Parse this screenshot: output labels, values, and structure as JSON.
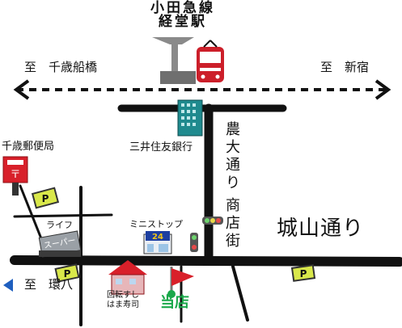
{
  "station": {
    "line1": "小田急線",
    "line2": "経堂駅"
  },
  "directions": {
    "left": "至　千歳船橋",
    "right": "至　新宿",
    "bottom_left": "至　環八"
  },
  "streets": {
    "noudai": [
      "農",
      "大",
      "通",
      "り"
    ],
    "shotengai": [
      "商",
      "店",
      "街"
    ],
    "joyama": "城山通り"
  },
  "places": {
    "bank": "三井住友銀行",
    "post_office": "千歳郵便局",
    "post_mark": "〒",
    "life": "ライフ",
    "life_sign": "スーパー",
    "ministop": "ミニストップ",
    "ministop_sign": "24",
    "sushi_line1": "回転すし",
    "sushi_line2": "はま寿司",
    "here": "当店"
  },
  "parking_icon": "P",
  "colors": {
    "road": "#111111",
    "train": "#cc1f2a",
    "here_text": "#1aa84a",
    "flag": "#d8202a",
    "building": "#1f8a8e",
    "post_box": "#d8202a",
    "parking": "#d9e84a"
  },
  "icons": [
    "station-platform-icon",
    "train-icon",
    "bank-building-icon",
    "post-box-icon",
    "parking-icon",
    "traffic-light-icon",
    "supermarket-icon",
    "convenience-store-icon",
    "house-icon",
    "flag-icon",
    "arrow-left-icon"
  ]
}
